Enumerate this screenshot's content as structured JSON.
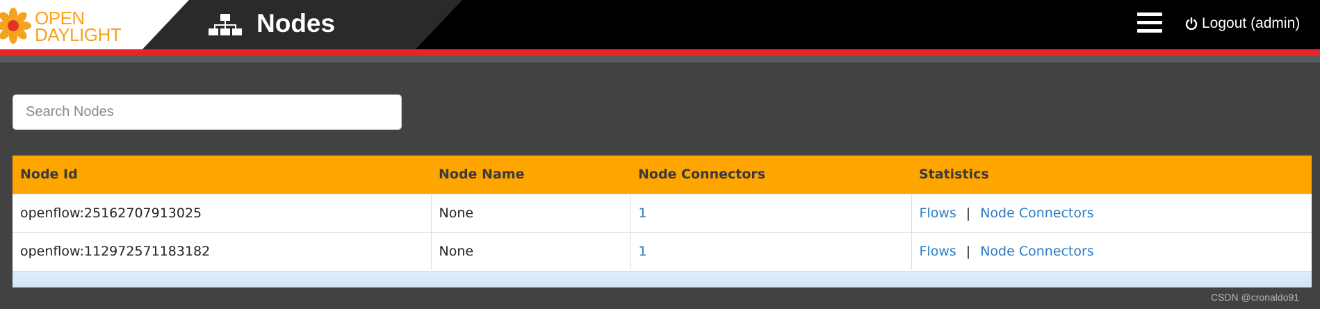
{
  "header": {
    "logo_line1": "OPEN",
    "logo_line2": "DAYLIGHT",
    "page_title": "Nodes",
    "logout_label": "Logout (admin)"
  },
  "search": {
    "placeholder": "Search Nodes",
    "value": ""
  },
  "table": {
    "columns": [
      "Node Id",
      "Node Name",
      "Node Connectors",
      "Statistics"
    ],
    "rows": [
      {
        "node_id": "openflow:25162707913025",
        "node_name": "None",
        "connectors": "1",
        "flows_link": "Flows",
        "separator": "|",
        "connectors_link": "Node Connectors"
      },
      {
        "node_id": "openflow:112972571183182",
        "node_name": "None",
        "connectors": "1",
        "flows_link": "Flows",
        "separator": "|",
        "connectors_link": "Node Connectors"
      }
    ]
  },
  "watermark": "CSDN @cronaldo91",
  "colors": {
    "accent_orange": "#ffa500",
    "red_bar": "#e8232a",
    "link_blue": "#2b7bc4",
    "background": "#424244"
  },
  "icons": {
    "logo": "opendaylight-sun-icon",
    "title": "topology-icon",
    "menu": "hamburger-menu-icon",
    "logout": "power-icon"
  }
}
